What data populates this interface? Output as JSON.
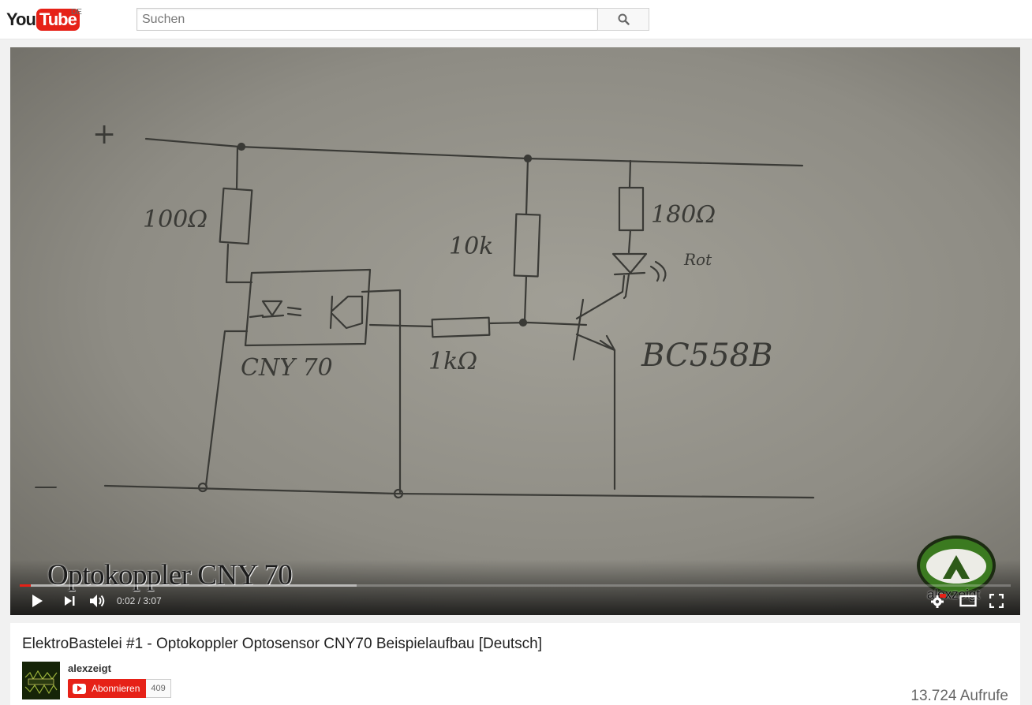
{
  "header": {
    "logo_you": "You",
    "logo_tube": "Tube",
    "country": "DE",
    "search_placeholder": "Suchen"
  },
  "player": {
    "overlay_title": "Optokoppler CNY 70",
    "watermark": "alexzeigt",
    "time_display": "0:02 / 3:07",
    "progress_played": 0.011,
    "progress_loaded": 0.34,
    "sketch_labels": {
      "plus": "+",
      "minus": "—",
      "r1": "100Ω",
      "r2": "10k",
      "r3": "180Ω",
      "r4": "1kΩ",
      "led": "Rot",
      "opto": "CNY 70",
      "transistor": "BC558B"
    }
  },
  "video": {
    "title": "ElektroBastelei #1 - Optokoppler Optosensor CNY70 Beispielaufbau [Deutsch]",
    "channel": "alexzeigt",
    "subscribe_label": "Abonnieren",
    "subscriber_count": "409",
    "views": "13.724 Aufrufe"
  },
  "colors": {
    "brand_red": "#e62117",
    "video_bg": "#7f7d76",
    "ink": "#3a3a36"
  }
}
